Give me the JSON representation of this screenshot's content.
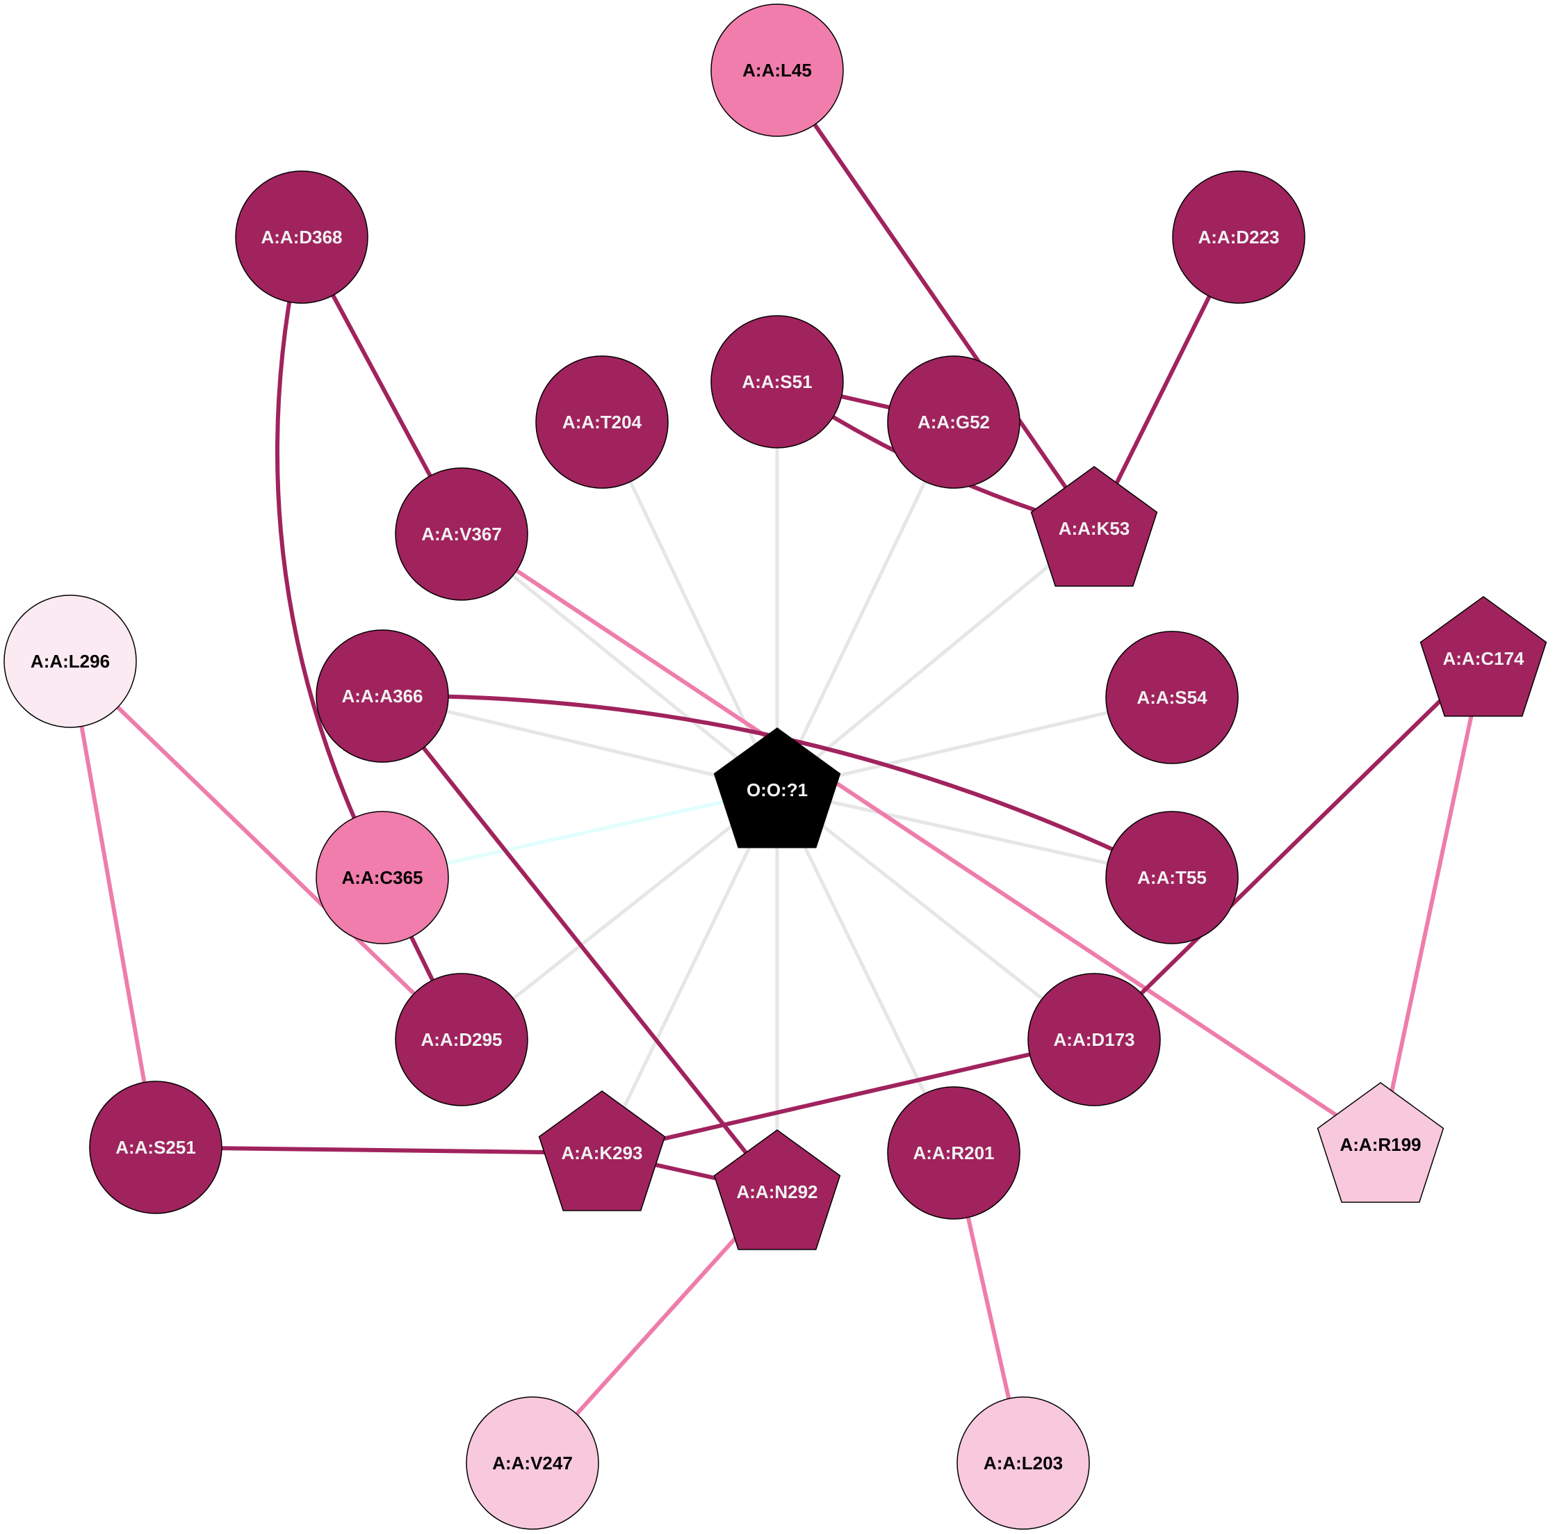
{
  "colors": {
    "dark": "#A0235D",
    "medium": "#F07DAB",
    "light": "#F8C8DC",
    "pale": "#FBEAF2",
    "center": "#000000",
    "edge_dark": "#A0235D",
    "edge_pink": "#EE7DAB",
    "edge_gray": "#E6E6E6",
    "edge_cyan": "#E0FFFF"
  },
  "nodes": [
    {
      "id": "L45",
      "label": "A:A:L45",
      "shape": "circle",
      "fill": "medium",
      "text": "dark_text"
    },
    {
      "id": "D368",
      "label": "A:A:D368",
      "shape": "circle",
      "fill": "dark",
      "text": "light_text"
    },
    {
      "id": "D223",
      "label": "A:A:D223",
      "shape": "circle",
      "fill": "dark",
      "text": "light_text"
    },
    {
      "id": "S51",
      "label": "A:A:S51",
      "shape": "circle",
      "fill": "dark",
      "text": "light_text"
    },
    {
      "id": "T204",
      "label": "A:A:T204",
      "shape": "circle",
      "fill": "dark",
      "text": "light_text"
    },
    {
      "id": "G52",
      "label": "A:A:G52",
      "shape": "circle",
      "fill": "dark",
      "text": "light_text"
    },
    {
      "id": "K53",
      "label": "A:A:K53",
      "shape": "pentagon",
      "fill": "dark",
      "text": "light_text"
    },
    {
      "id": "V367",
      "label": "A:A:V367",
      "shape": "circle",
      "fill": "dark",
      "text": "light_text"
    },
    {
      "id": "L296",
      "label": "A:A:L296",
      "shape": "circle",
      "fill": "pale",
      "text": "dark_text"
    },
    {
      "id": "C174",
      "label": "A:A:C174",
      "shape": "pentagon",
      "fill": "dark",
      "text": "light_text"
    },
    {
      "id": "A366",
      "label": "A:A:A366",
      "shape": "circle",
      "fill": "dark",
      "text": "light_text"
    },
    {
      "id": "S54",
      "label": "A:A:S54",
      "shape": "circle",
      "fill": "dark",
      "text": "light_text"
    },
    {
      "id": "O1",
      "label": "O:O:?1",
      "shape": "pentagon",
      "fill": "center",
      "text": "light_text"
    },
    {
      "id": "C365",
      "label": "A:A:C365",
      "shape": "circle",
      "fill": "medium",
      "text": "dark_text"
    },
    {
      "id": "T55",
      "label": "A:A:T55",
      "shape": "circle",
      "fill": "dark",
      "text": "light_text"
    },
    {
      "id": "D295",
      "label": "A:A:D295",
      "shape": "circle",
      "fill": "dark",
      "text": "light_text"
    },
    {
      "id": "D173",
      "label": "A:A:D173",
      "shape": "circle",
      "fill": "dark",
      "text": "light_text"
    },
    {
      "id": "S251",
      "label": "A:A:S251",
      "shape": "circle",
      "fill": "dark",
      "text": "light_text"
    },
    {
      "id": "K293",
      "label": "A:A:K293",
      "shape": "pentagon",
      "fill": "dark",
      "text": "light_text"
    },
    {
      "id": "N292",
      "label": "A:A:N292",
      "shape": "pentagon",
      "fill": "dark",
      "text": "light_text"
    },
    {
      "id": "R201",
      "label": "A:A:R201",
      "shape": "circle",
      "fill": "dark",
      "text": "light_text"
    },
    {
      "id": "R199",
      "label": "A:A:R199",
      "shape": "pentagon",
      "fill": "light",
      "text": "dark_text"
    },
    {
      "id": "V247",
      "label": "A:A:V247",
      "shape": "circle",
      "fill": "light",
      "text": "dark_text"
    },
    {
      "id": "L203",
      "label": "A:A:L203",
      "shape": "circle",
      "fill": "light",
      "text": "dark_text"
    }
  ],
  "edges": [
    {
      "from": "O1",
      "to": "T204",
      "color": "edge_gray"
    },
    {
      "from": "O1",
      "to": "S51",
      "color": "edge_gray"
    },
    {
      "from": "O1",
      "to": "G52",
      "color": "edge_gray"
    },
    {
      "from": "O1",
      "to": "K53",
      "color": "edge_gray"
    },
    {
      "from": "O1",
      "to": "V367",
      "color": "edge_gray"
    },
    {
      "from": "O1",
      "to": "A366",
      "color": "edge_gray"
    },
    {
      "from": "O1",
      "to": "S54",
      "color": "edge_gray"
    },
    {
      "from": "O1",
      "to": "T55",
      "color": "edge_gray"
    },
    {
      "from": "O1",
      "to": "D295",
      "color": "edge_gray"
    },
    {
      "from": "O1",
      "to": "D173",
      "color": "edge_gray"
    },
    {
      "from": "O1",
      "to": "K293",
      "color": "edge_gray"
    },
    {
      "from": "O1",
      "to": "N292",
      "color": "edge_gray"
    },
    {
      "from": "O1",
      "to": "R201",
      "color": "edge_gray"
    },
    {
      "from": "O1",
      "to": "C365",
      "color": "edge_cyan"
    },
    {
      "from": "L45",
      "to": "K53",
      "color": "edge_dark"
    },
    {
      "from": "D223",
      "to": "K53",
      "color": "edge_dark"
    },
    {
      "from": "S51",
      "to": "G52",
      "color": "edge_dark"
    },
    {
      "from": "S51",
      "to": "K53",
      "color": "edge_dark",
      "curve": 0.08
    },
    {
      "from": "D368",
      "to": "V367",
      "color": "edge_dark"
    },
    {
      "from": "D368",
      "to": "C365",
      "color": "edge_dark",
      "curve": 0.18
    },
    {
      "from": "V367",
      "to": "R199",
      "color": "edge_pink"
    },
    {
      "from": "A366",
      "to": "T55",
      "color": "edge_dark",
      "curve": -0.12
    },
    {
      "from": "A366",
      "to": "N292",
      "color": "edge_dark"
    },
    {
      "from": "L296",
      "to": "S251",
      "color": "edge_pink"
    },
    {
      "from": "L296",
      "to": "D295",
      "color": "edge_pink"
    },
    {
      "from": "C365",
      "to": "D295",
      "color": "edge_dark"
    },
    {
      "from": "C174",
      "to": "D173",
      "color": "edge_dark"
    },
    {
      "from": "C174",
      "to": "R199",
      "color": "edge_pink"
    },
    {
      "from": "D173",
      "to": "K293",
      "color": "edge_dark"
    },
    {
      "from": "S251",
      "to": "K293",
      "color": "edge_dark"
    },
    {
      "from": "K293",
      "to": "N292",
      "color": "edge_dark"
    },
    {
      "from": "N292",
      "to": "V247",
      "color": "edge_pink"
    },
    {
      "from": "R201",
      "to": "L203",
      "color": "edge_dark_pink_placeholder"
    }
  ]
}
